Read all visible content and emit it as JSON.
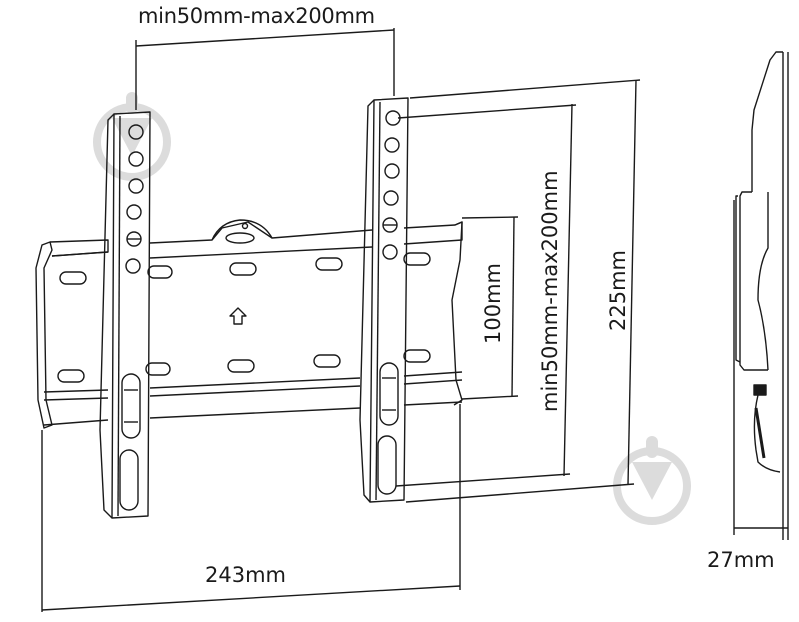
{
  "diagram": {
    "subject": "Fixed TV wall mount bracket",
    "views": [
      "front-view",
      "side-view"
    ],
    "dimensions": {
      "horizontal_vesa": "min50mm-max200mm",
      "vertical_vesa": "min50mm-max200mm",
      "plate_height": "100mm",
      "bracket_height": "225mm",
      "bracket_width": "243mm",
      "depth": "27mm"
    },
    "icons": {
      "watermark_left": "download-watermark-icon",
      "watermark_right": "download-watermark-icon",
      "up_arrow": "up-arrow-icon"
    },
    "colors": {
      "line": "#1a1a1a",
      "watermark": "#d9d9d9",
      "background": "#ffffff"
    }
  }
}
